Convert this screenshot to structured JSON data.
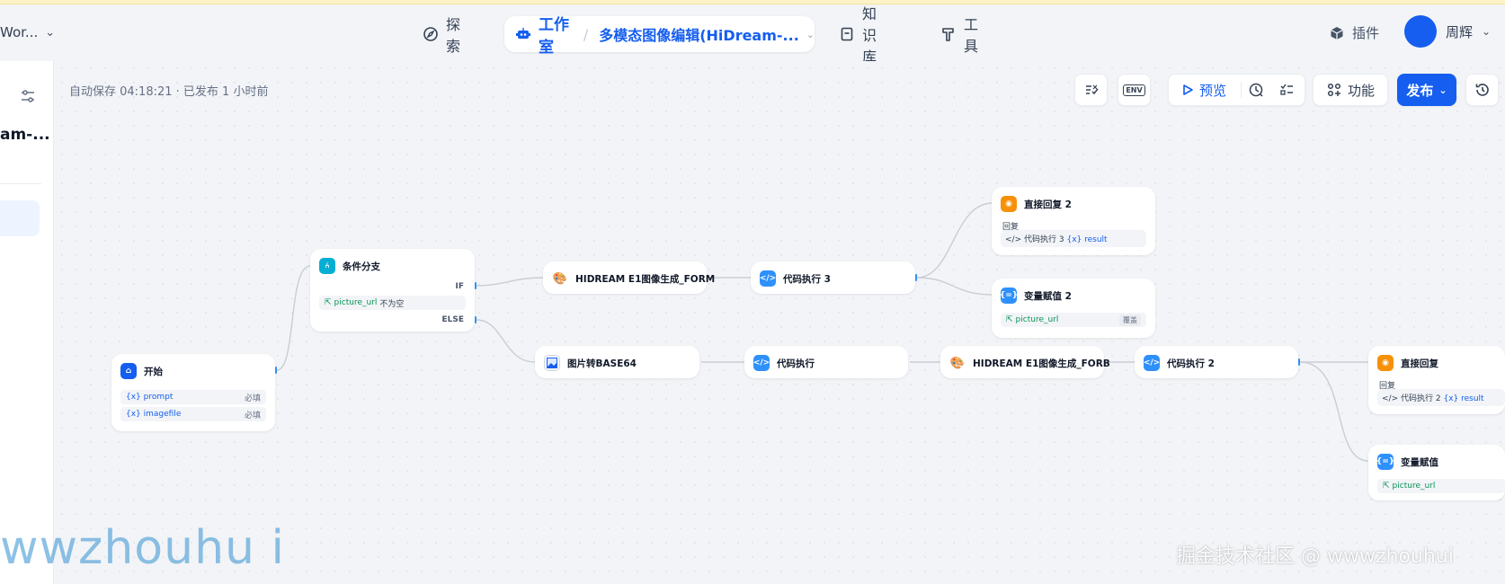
{
  "header": {
    "workspace": "Wor...",
    "nav": {
      "explore": "探索",
      "studio": "工作室",
      "app_name": "多模态图像编辑(HiDream-...",
      "knowledge": "知识库",
      "tools": "工具"
    },
    "plugins": "插件",
    "user_name": "周辉"
  },
  "sidebar": {
    "app_title": "am-..."
  },
  "canvas": {
    "autosave": "自动保存 04:18:21 · 已发布 1 小时前",
    "toolbar": {
      "env": "ENV",
      "preview": "预览",
      "features": "功能",
      "publish": "发布"
    }
  },
  "nodes": {
    "start": {
      "title": "开始",
      "vars": [
        {
          "name": "{x} prompt",
          "req": "必填"
        },
        {
          "name": "{x} imagefile",
          "req": "必填"
        }
      ]
    },
    "if_else": {
      "title": "条件分支",
      "if_label": "IF",
      "condition": "picture_url",
      "condition_op": "不为空",
      "else_label": "ELSE"
    },
    "hidream1": {
      "title": "HIDREAM E1图像生成_FORM"
    },
    "code3": {
      "title": "代码执行 3"
    },
    "reply2": {
      "title": "直接回复 2",
      "label": "回复",
      "src": "代码执行 3",
      "var": "{x} result"
    },
    "assign2": {
      "title": "变量赋值 2",
      "var": "picture_url",
      "tag": "覆盖"
    },
    "img2b64": {
      "title": "图片转BASE64"
    },
    "code1": {
      "title": "代码执行"
    },
    "hidream2": {
      "title": "HIDREAM E1图像生成_FORB"
    },
    "code2": {
      "title": "代码执行 2"
    },
    "reply1": {
      "title": "直接回复",
      "label": "回复",
      "src": "代码执行 2",
      "var": "{x} result"
    },
    "assign1": {
      "title": "变量赋值",
      "var": "picture_url"
    }
  },
  "watermarks": {
    "left": "wwzhouhu i",
    "right": "掘金技术社区 @ wwwzhouhui"
  },
  "colors": {
    "accent": "#155eef",
    "edge": "#d0d5dd",
    "code_icon": "#2e90fa",
    "reply_icon": "#f79009",
    "ifelse_icon": "#06aed4"
  }
}
